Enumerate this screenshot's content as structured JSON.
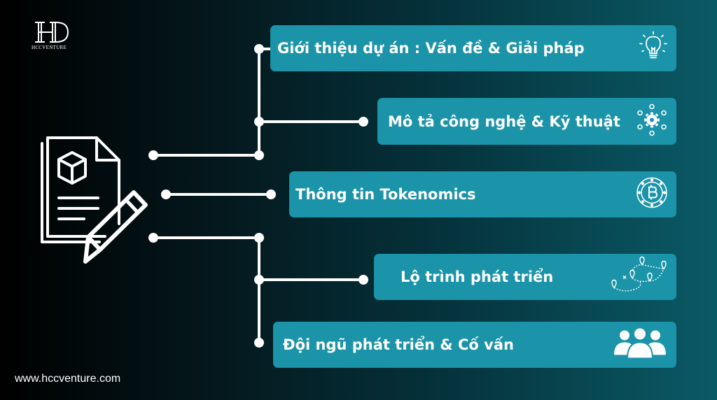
{
  "logo": {
    "monogram": "HD",
    "caption": "HCCVENTURE"
  },
  "items": [
    {
      "label": "Giới thiệu dự án : Vấn đề & Giải pháp",
      "icon": "lightbulb-icon"
    },
    {
      "label": "Mô tả công nghệ & Kỹ thuật",
      "icon": "gear-network-icon"
    },
    {
      "label": "Thông tin Tokenomics",
      "icon": "bitcoin-coin-icon"
    },
    {
      "label": "Lộ trình phát triển",
      "icon": "roadmap-pins-icon"
    },
    {
      "label": "Đội ngũ phát triển & Cố vấn",
      "icon": "team-icon"
    }
  ],
  "central_icon": "document-pencil-icon",
  "website": "www.hccventure.com",
  "colors": {
    "box": "#1b93a8",
    "line": "#ffffff",
    "background_left": "#000000",
    "background_right": "#0a5a66"
  }
}
